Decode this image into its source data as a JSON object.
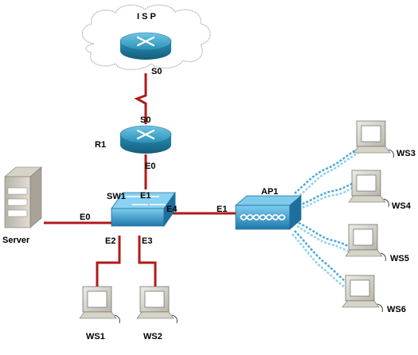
{
  "colors": {
    "link": "#b01a1a",
    "router": "#2a8fb5",
    "device": "#3a9cd0",
    "wireless": "#5bb8e0",
    "cloud_fill": "#ffffff",
    "cloud_stroke": "#999999"
  },
  "nodes": {
    "isp": "I S P",
    "r1": "R1",
    "sw1": "SW1",
    "ap1": "AP1",
    "server": "Server",
    "ws1": "WS1",
    "ws2": "WS2",
    "ws3": "WS3",
    "ws4": "WS4",
    "ws5": "WS5",
    "ws6": "WS6"
  },
  "interfaces": {
    "isp_s0": "S0",
    "r1_s0": "S0",
    "r1_e0": "E0",
    "sw1_e1": "E1",
    "sw1_e2": "E2",
    "sw1_e3": "E3",
    "sw1_e4": "E4",
    "server_e0": "E0",
    "ap1_e1": "E1"
  },
  "icons": [
    "cloud-icon",
    "router-icon",
    "switch-icon",
    "access-point-icon",
    "server-icon",
    "workstation-icon"
  ]
}
